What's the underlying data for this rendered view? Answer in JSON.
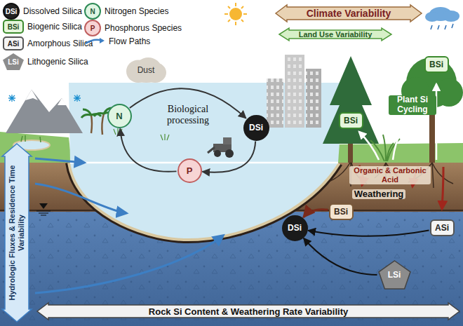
{
  "diagram": {
    "nodes": [
      {
        "text": [
          "Climate Variability"
        ]
      },
      {
        "text": [
          "Land Use Variability"
        ]
      },
      {
        "text": [
          "Dust"
        ]
      },
      {
        "text": [
          "N"
        ]
      },
      {
        "text": [
          "DSi"
        ]
      },
      {
        "text": [
          "P"
        ]
      },
      {
        "text": [
          "BSi"
        ]
      },
      {
        "text": [
          "BSi"
        ]
      },
      {
        "text": [
          "BSi"
        ]
      },
      {
        "text": [
          "ASi"
        ]
      },
      {
        "text": [
          "DSi"
        ]
      },
      {
        "text": [
          "LSi"
        ]
      },
      {
        "text": [
          "Hydrologic Fluxes & Residence Time Variability"
        ]
      },
      {
        "text": [
          "Rock Si Content & Weathering Rate Variability"
        ]
      }
    ],
    "edges": [
      {
        "from": 3,
        "to": 4,
        "arrow": "to"
      },
      {
        "from": 4,
        "to": 5,
        "arrow": "to"
      },
      {
        "from": 5,
        "to": 3,
        "arrow": "to"
      },
      {
        "from": 8,
        "to": 10,
        "arrow": "to"
      },
      {
        "from": 9,
        "to": 10,
        "arrow": "to"
      },
      {
        "from": 11,
        "to": 10,
        "arrow": "to"
      }
    ],
    "labels": [
      "DSi",
      "BSi",
      "ASi",
      "LSi",
      "N",
      "P",
      "Biological processing",
      "Plant Si Cycling",
      "Organic & Carbonic Acid",
      "Weathering"
    ],
    "legend": [
      {
        "text": "Dissolved Silica",
        "color": "#222222"
      },
      {
        "text": "Biogenic Silica",
        "color": "#e6f6dc"
      },
      {
        "text": "Amorphous Silica",
        "color": "#f4f4f4"
      },
      {
        "text": "Lithogenic Silica",
        "color": "#8c8c8c"
      },
      {
        "text": "Nitrogen Species",
        "color": "#dff5e3"
      },
      {
        "text": "Phosphorus Species",
        "color": "#f7d4d4"
      },
      {
        "text": "Flow Paths"
      }
    ]
  }
}
